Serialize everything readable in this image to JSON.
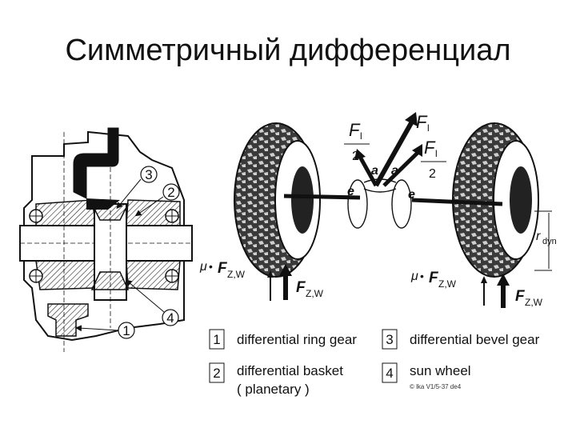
{
  "slide": {
    "title": "Симметричный дифференциал"
  },
  "callouts": [
    "3",
    "2",
    "4",
    "1"
  ],
  "forces": {
    "F_top": "F",
    "F_sub": "l",
    "half": "2",
    "a": "a",
    "e": "e",
    "mu": "μ",
    "dot": "•",
    "Fz": "F",
    "zw": "Z,W",
    "r": "r",
    "dyn": "dyn"
  },
  "legend": [
    {
      "num": "1",
      "text": "differential ring gear"
    },
    {
      "num": "2",
      "text": "differential basket"
    },
    {
      "num": "",
      "text": "( planetary )"
    },
    {
      "num": "3",
      "text": "differential bevel gear"
    },
    {
      "num": "4",
      "text": "sun wheel"
    }
  ],
  "copyright": "© lka V1/5-37 de4"
}
